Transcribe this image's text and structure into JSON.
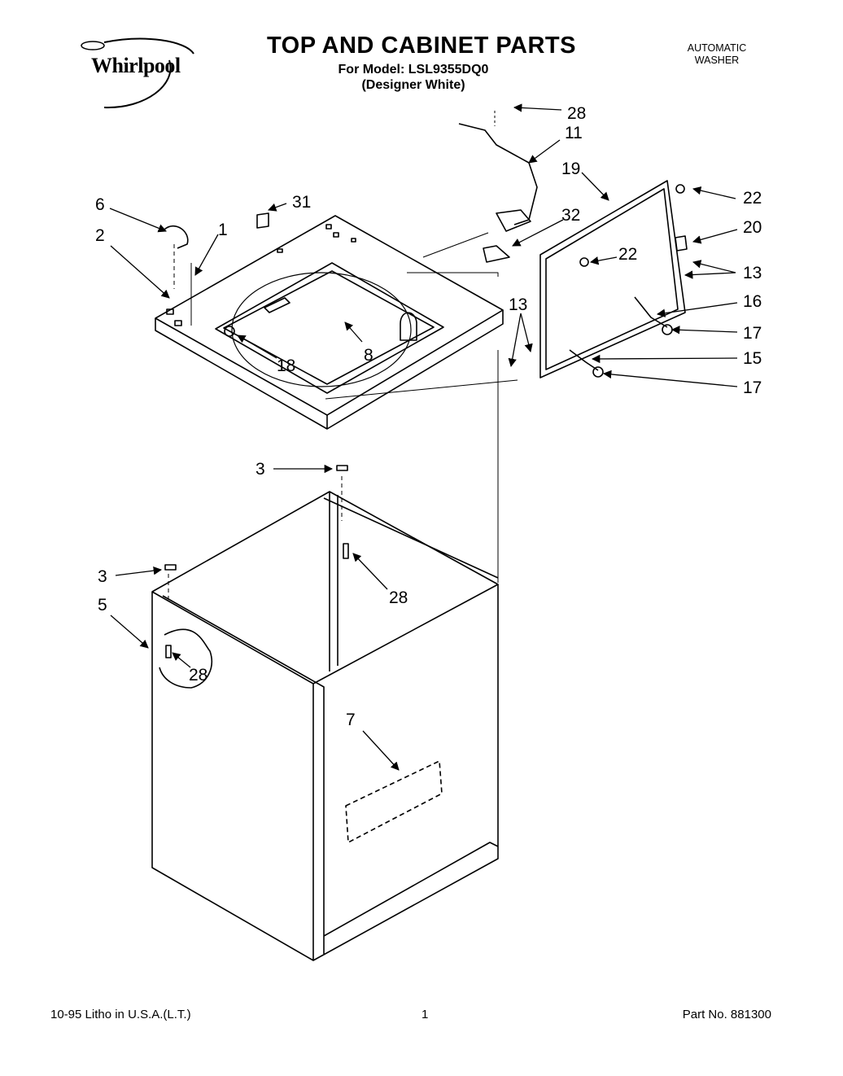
{
  "header": {
    "brand": "Whirlpool",
    "title": "TOP AND CABINET PARTS",
    "model_line": "For Model: LSL9355DQ0",
    "color_line": "(Designer White)",
    "product_line1": "AUTOMATIC",
    "product_line2": "WASHER"
  },
  "callouts": [
    {
      "id": "c28a",
      "label": "28"
    },
    {
      "id": "c11",
      "label": "11"
    },
    {
      "id": "c19",
      "label": "19"
    },
    {
      "id": "c22a",
      "label": "22"
    },
    {
      "id": "c20",
      "label": "20"
    },
    {
      "id": "c6",
      "label": "6"
    },
    {
      "id": "c31",
      "label": "31"
    },
    {
      "id": "c1",
      "label": "1"
    },
    {
      "id": "c2",
      "label": "2"
    },
    {
      "id": "c32",
      "label": "32"
    },
    {
      "id": "c22b",
      "label": "22"
    },
    {
      "id": "c13a",
      "label": "13"
    },
    {
      "id": "c13b",
      "label": "13"
    },
    {
      "id": "c16",
      "label": "16"
    },
    {
      "id": "c17a",
      "label": "17"
    },
    {
      "id": "c15",
      "label": "15"
    },
    {
      "id": "c17b",
      "label": "17"
    },
    {
      "id": "c8",
      "label": "8"
    },
    {
      "id": "c18",
      "label": "18"
    },
    {
      "id": "c3a",
      "label": "3"
    },
    {
      "id": "c3b",
      "label": "3"
    },
    {
      "id": "c28b",
      "label": "28"
    },
    {
      "id": "c5",
      "label": "5"
    },
    {
      "id": "c28c",
      "label": "28"
    },
    {
      "id": "c7",
      "label": "7"
    }
  ],
  "footer": {
    "left": "10-95  Litho in U.S.A.(L.T.)",
    "page": "1",
    "part_no": "Part No. 881300"
  }
}
